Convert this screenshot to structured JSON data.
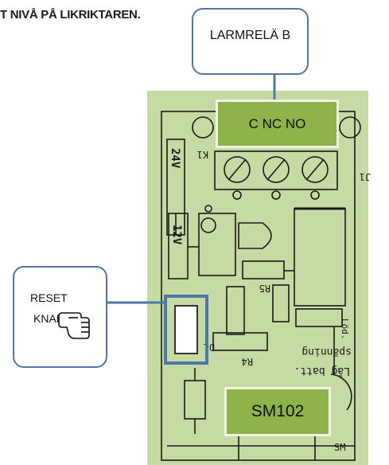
{
  "heading": "T NIVÅ PÅ LIKRIKTAREN.",
  "relay_callout": {
    "label": "LARMRELÄ B"
  },
  "terminal_label": "C  NC  NO",
  "reset_callout": {
    "line1": "RESET",
    "line2": "KNAPP"
  },
  "model_label": "SM102",
  "board": {
    "silkscreen": [
      "24V",
      "K1",
      "12V",
      "D1",
      "R4",
      "R5",
      "Löd.",
      "spänning",
      "Låg batt.",
      "SM",
      "J1"
    ]
  },
  "colors": {
    "board": "#c6dba4",
    "label_fill": "#8db34a",
    "accent": "#4f78a8"
  },
  "icons": [
    "pointing-hand-icon"
  ]
}
